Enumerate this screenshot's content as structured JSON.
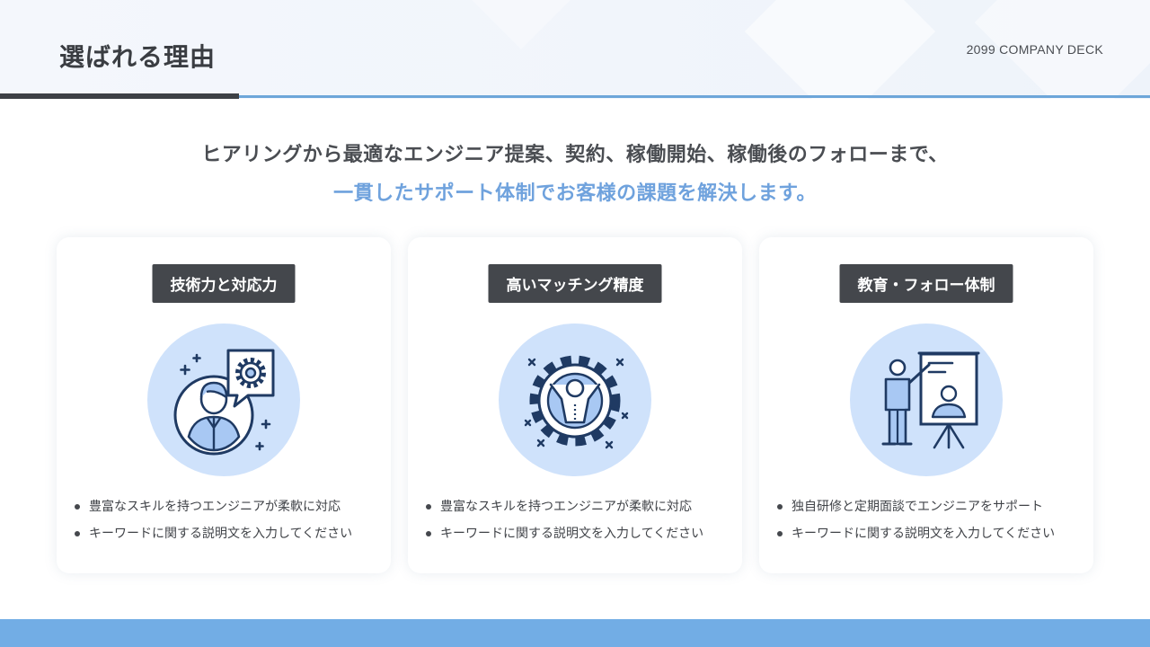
{
  "header": {
    "title": "選ばれる理由",
    "company": "2099 COMPANY DECK"
  },
  "lead": {
    "line1": "ヒアリングから最適なエンジニア提案、契約、稼働開始、稼働後のフォローまで、",
    "line2": "一貫したサポート体制でお客様の課題を解決します。"
  },
  "cards": [
    {
      "title": "技術力と対応力",
      "icon": "engineer-gear-speech-icon",
      "bullets": [
        "豊富なスキルを持つエンジニアが柔軟に対応",
        "キーワードに関する説明文を入力してください"
      ]
    },
    {
      "title": "高いマッチング精度",
      "icon": "person-in-gear-icon",
      "bullets": [
        "豊富なスキルを持つエンジニアが柔軟に対応",
        "キーワードに関する説明文を入力してください"
      ]
    },
    {
      "title": "教育・フォロー体制",
      "icon": "presentation-board-icon",
      "bullets": [
        "独自研修と定期面談でエンジニアをサポート",
        "キーワードに関する説明文を入力してください"
      ]
    }
  ],
  "colors": {
    "dark": "#3d4045",
    "accent_blue": "#6fa2dd",
    "circle_bg": "#cfe2fb",
    "footer_blue": "#72ade5"
  }
}
